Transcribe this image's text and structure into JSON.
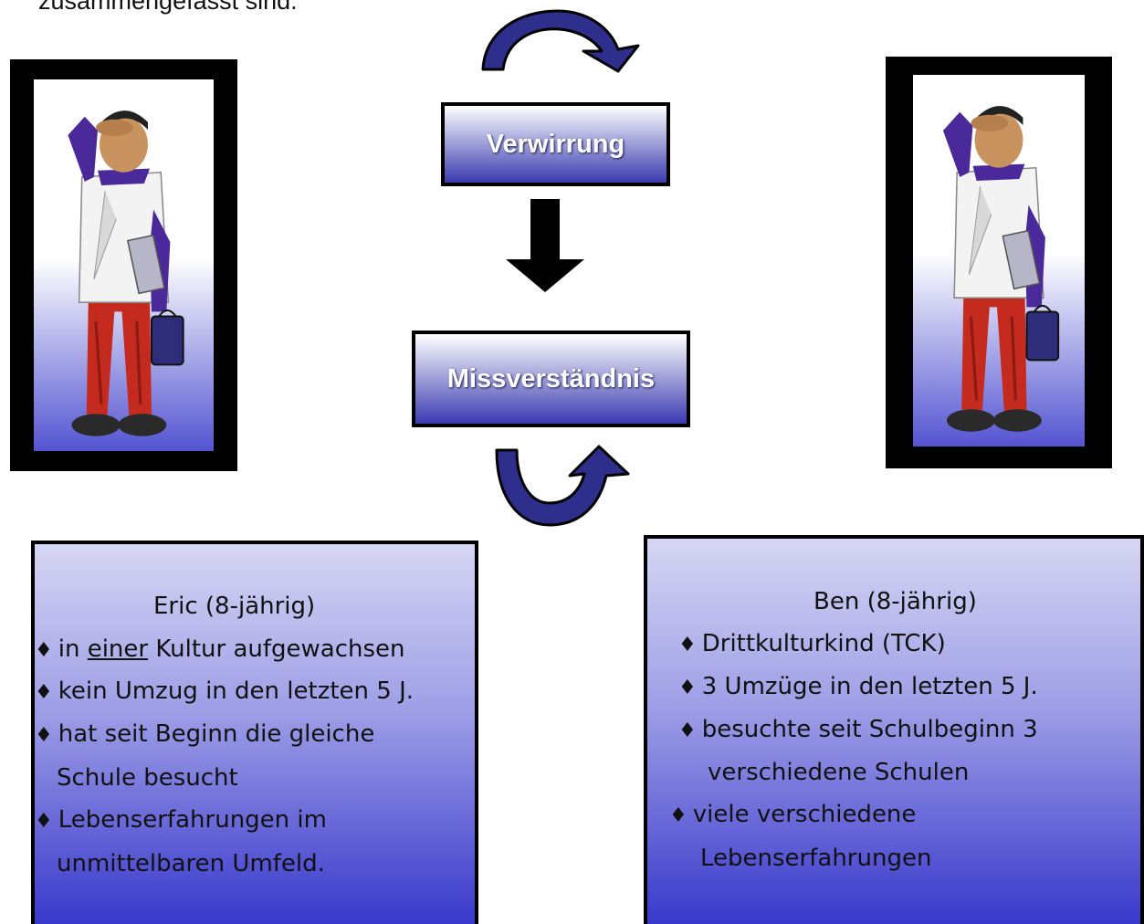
{
  "intro_text": "zusammengefasst sind.",
  "flow": {
    "box1": "Verwirrung",
    "box2": "Missverständnis"
  },
  "eric": {
    "title": "Eric (8-jährig)",
    "item1_pre": "in ",
    "item1_underlined": "einer",
    "item1_post": "  Kultur aufgewachsen",
    "item2": "kein Umzug  in den letzten 5 J.",
    "item3_line1": "hat seit Beginn die gleiche",
    "item3_line2": "Schule besucht",
    "item4_line1": "Lebenserfahrungen im",
    "item4_line2": "unmittelbaren Umfeld."
  },
  "ben": {
    "title": "Ben (8-jährig)",
    "item1": "Drittkulturkind (TCK)",
    "item2": "3 Umzüge in den letzten 5 J.",
    "item3_line1": "besuchte seit Schulbeginn 3",
    "item3_line2": "verschiedene Schulen",
    "item4_line1": "viele verschiedene",
    "item4_line2": "Lebenserfahrungen"
  },
  "bullet_symbol": "♦",
  "colors": {
    "arrow_fill": "#2e2e8c",
    "box_bottom": "#3a3ab0",
    "panel_bottom": "#3838cc"
  },
  "icons": {
    "top_arrow": "curved-arrow-clockwise-icon",
    "down_arrow": "down-arrow-icon",
    "bottom_arrow": "curved-arrow-up-icon",
    "figure": "confused-boy-illustration"
  }
}
